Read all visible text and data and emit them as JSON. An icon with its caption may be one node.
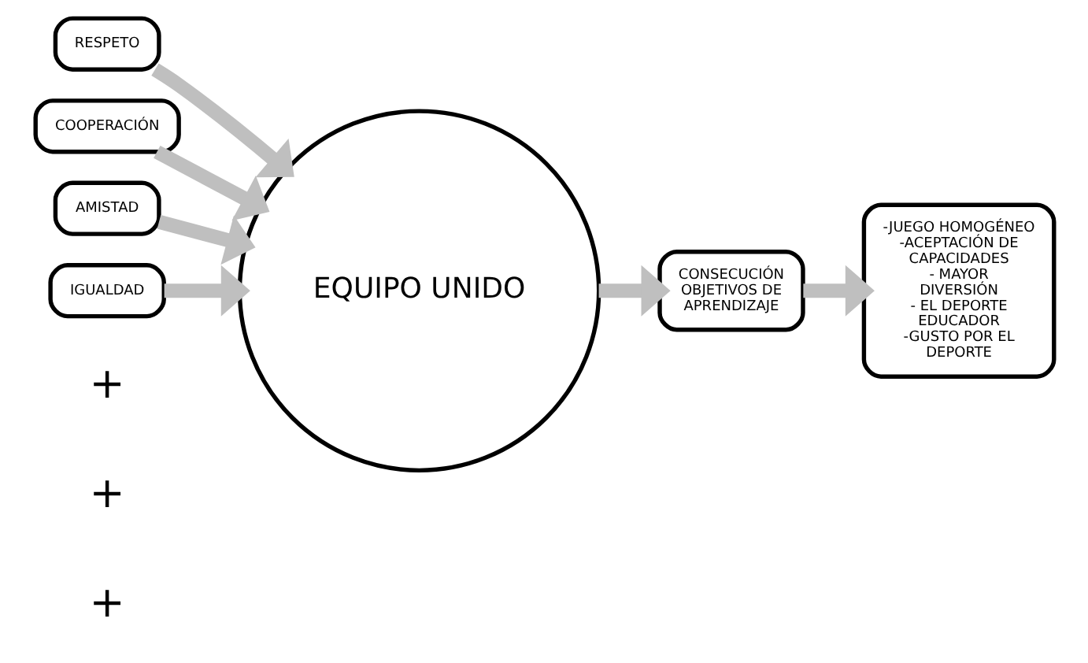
{
  "diagram": {
    "nodes": [
      {
        "text": [
          "RESPETO"
        ]
      },
      {
        "text": [
          "COOPERACIÓN"
        ]
      },
      {
        "text": [
          "AMISTAD"
        ]
      },
      {
        "text": [
          "IGUALDAD"
        ]
      },
      {
        "text": [
          "EQUIPO UNIDO"
        ]
      },
      {
        "text": [
          "CONSECUCIÓN OBJETIVOS DE APRENDIZAJE"
        ]
      },
      {
        "text": [
          "-JUEGO HOMOGÉNEO",
          "-ACEPTACIÓN DE CAPACIDADES",
          "- MAYOR DIVERSIÓN",
          "- EL DEPORTE EDUCADOR",
          "-GUSTO POR EL DEPORTE"
        ]
      }
    ],
    "edges": [
      {
        "from": 0,
        "to": 4,
        "arrow": "to"
      },
      {
        "from": 1,
        "to": 4,
        "arrow": "to"
      },
      {
        "from": 2,
        "to": 4,
        "arrow": "to"
      },
      {
        "from": 3,
        "to": 4,
        "arrow": "to"
      },
      {
        "from": 4,
        "to": 5,
        "arrow": "to"
      },
      {
        "from": 5,
        "to": 6,
        "arrow": "to"
      }
    ],
    "labels": [
      "+",
      "+",
      "+"
    ]
  }
}
